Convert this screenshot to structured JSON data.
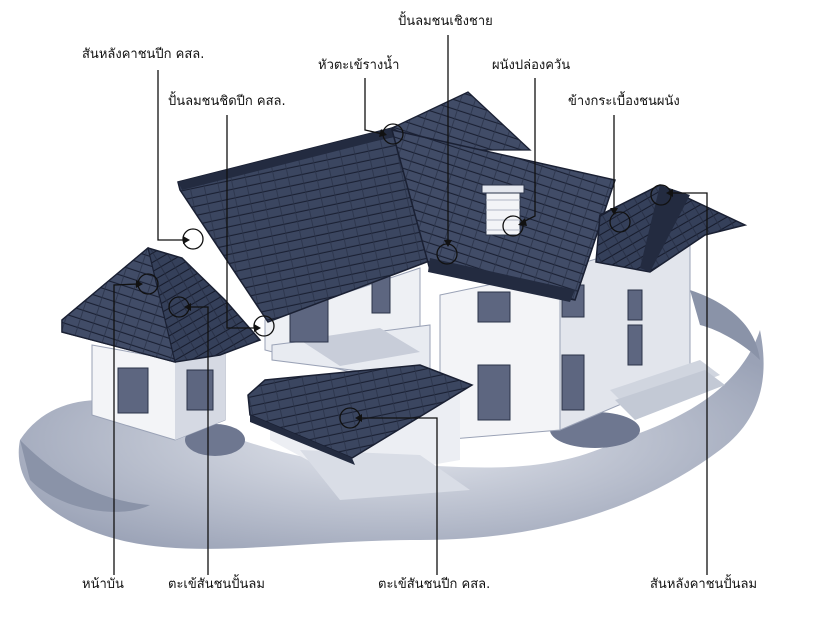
{
  "colors": {
    "roof": "#3b4660",
    "roof_dark": "#232b40",
    "tile_line": "#1a2033",
    "wall": "#f3f4f7",
    "wall_shade": "#d5d9e3",
    "ground": "#c7ccd8",
    "ground_dark": "#8a93a8",
    "window": "#5d6680",
    "line": "#111111"
  },
  "labels": {
    "top_left_ridge": "สันหลังคาชนปีก คสล.",
    "eave_fascia_end": "ปั้นลมชนชิดปีก คสล.",
    "valley_gutter": "หัวตะเข้รางน้ำ",
    "eave_hip_end": "ปั้นลมชนเชิงชาย",
    "chimney_wall": "ผนังปล่องควัน",
    "side_tile_wall": "ข้างกระเบื้องชนผนัง",
    "gable_front": "หน้าบัน",
    "hip_to_verge": "ตะเข้สันชนปั้นลม",
    "hip_to_slab": "ตะเข้สันชนปีก คสล.",
    "ridge_to_verge": "สันหลังคาชนปั้นลม"
  }
}
